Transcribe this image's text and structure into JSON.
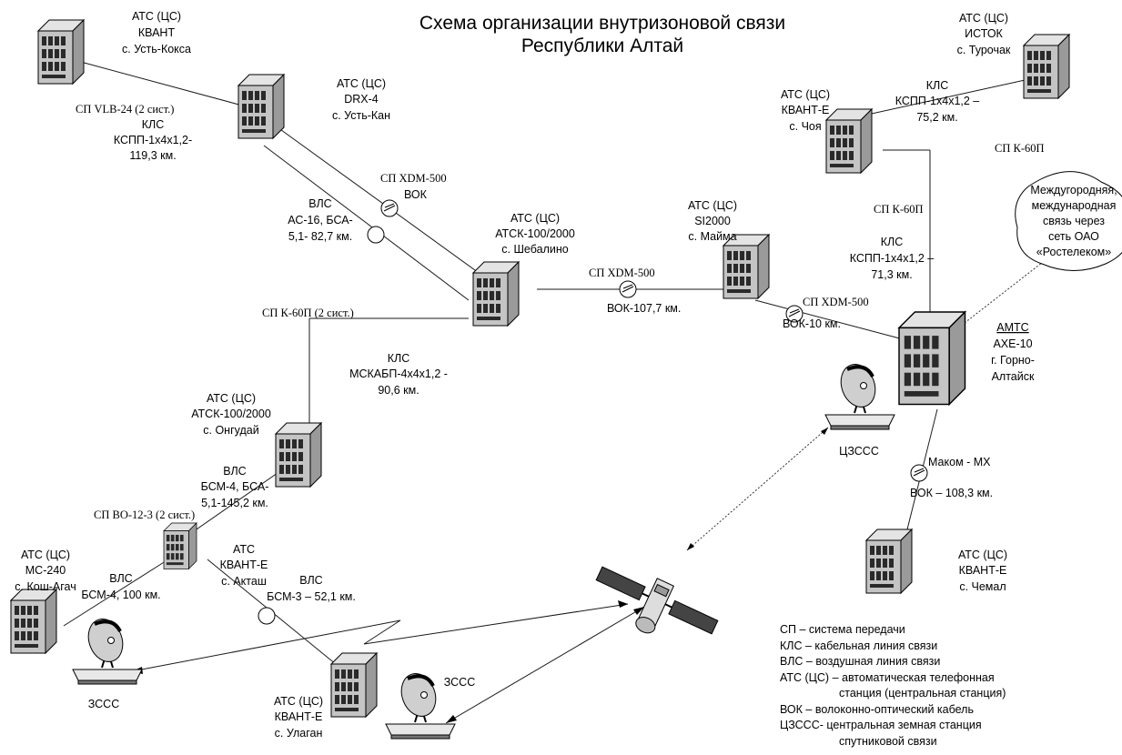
{
  "title": [
    "Схема организации внутризоновой связи",
    "Республики Алтай"
  ],
  "stations": {
    "ust_koksa": [
      "АТС (ЦС)",
      "КВАНТ",
      "с. Усть-Кокса"
    ],
    "ust_kan": [
      "АТС (ЦС)",
      "DRX-4",
      "с. Усть-Кан"
    ],
    "shebalino": [
      "АТС (ЦС)",
      "АТСК-100/2000",
      "с. Шебалино"
    ],
    "mayma": [
      "АТС (ЦС)",
      "SI2000",
      "с. Майма"
    ],
    "choya": [
      "АТС (ЦС)",
      "КВАНТ-Е",
      "с. Чоя"
    ],
    "turochak": [
      "АТС (ЦС)",
      "ИСТОК",
      "с. Турочак"
    ],
    "gorno_altaysk": [
      "АМТС",
      "АХЕ-10",
      "г. Горно-",
      "Алтайск"
    ],
    "ongudai": [
      "АТС (ЦС)",
      "АТСК-100/2000",
      "с. Онгудай"
    ],
    "kosh_agach": [
      "АТС (ЦС)",
      "МС-240",
      "с. Кош-Агач"
    ],
    "aktash": [
      "АТС",
      "КВАНТ-Е",
      "с. Акташ"
    ],
    "ulagan": [
      "АТС (ЦС)",
      "КВАНТ-Е",
      "с. Улаган"
    ],
    "chemal": [
      "АТС (ЦС)",
      "КВАНТ-Е",
      "с. Чемал"
    ]
  },
  "links": {
    "koksa_kan_sp": "СП VLB-24 (2 сист.)",
    "koksa_kan_kls": [
      "КЛС",
      "КСПП-1х4х1,2-",
      "119,3 км."
    ],
    "kan_sheb_sp": "СП XDM-500",
    "kan_sheb_vok": "ВОК",
    "kan_sheb_vls": [
      "ВЛС",
      "АС-16, БСА-",
      "5,1- 82,7 км."
    ],
    "sheb_mayma_sp": "СП XDM-500",
    "sheb_mayma_vok": "ВОК-107,7 км.",
    "mayma_amts_sp": "СП XDM-500",
    "mayma_amts_vok": "ВОК-10 км.",
    "turochak_kls": [
      "КЛС",
      "КСПП-1х4х1,2 –",
      "75,2 км."
    ],
    "choya_sp": "СП К-60П",
    "choya_kls": [
      "КЛС",
      "КСПП-1х4х1,2 –",
      "71,3 км."
    ],
    "rostelecom_sp": "СП К-60П",
    "sheb_ongudai_sp": "СП К-60П (2 сист.)",
    "sheb_ongudai_kls": [
      "КЛС",
      "МСКАБП-4х4х1,2 -",
      "90,6 км."
    ],
    "ongudai_aktash_vls": [
      "ВЛС",
      "БСМ-4, БСА-",
      "5,1-145,2 км."
    ],
    "ongudai_aktash_sp": "СП ВО-12-3 (2 сист.)",
    "aktash_kosh_vls": [
      "ВЛС",
      "БСМ-4, 100 км."
    ],
    "aktash_ulagan_vls": [
      "ВЛС",
      "БСМ-3 – 52,1 км."
    ],
    "amts_chemal_sp": "Маком - МХ",
    "amts_chemal_vok": "ВОК – 108,3 км."
  },
  "rostelecom_cloud": [
    "Междугородняя,",
    "международная",
    "связь через",
    "сеть ОАО",
    "«Ростелеком»"
  ],
  "earth_stations": {
    "central": "ЦЗССС",
    "kosh_agach": "ЗССС",
    "ulagan": "ЗССС"
  },
  "legend": [
    "СП – система передачи",
    "КЛС – кабельная линия связи",
    "ВЛС – воздушная линия связи",
    "АТС (ЦС) – автоматическая телефонная",
    "станция (центральная станция)",
    "ВОК – волоконно-оптический кабель",
    "ЦЗССС- центральная земная станция",
    "спутниковой связи"
  ]
}
